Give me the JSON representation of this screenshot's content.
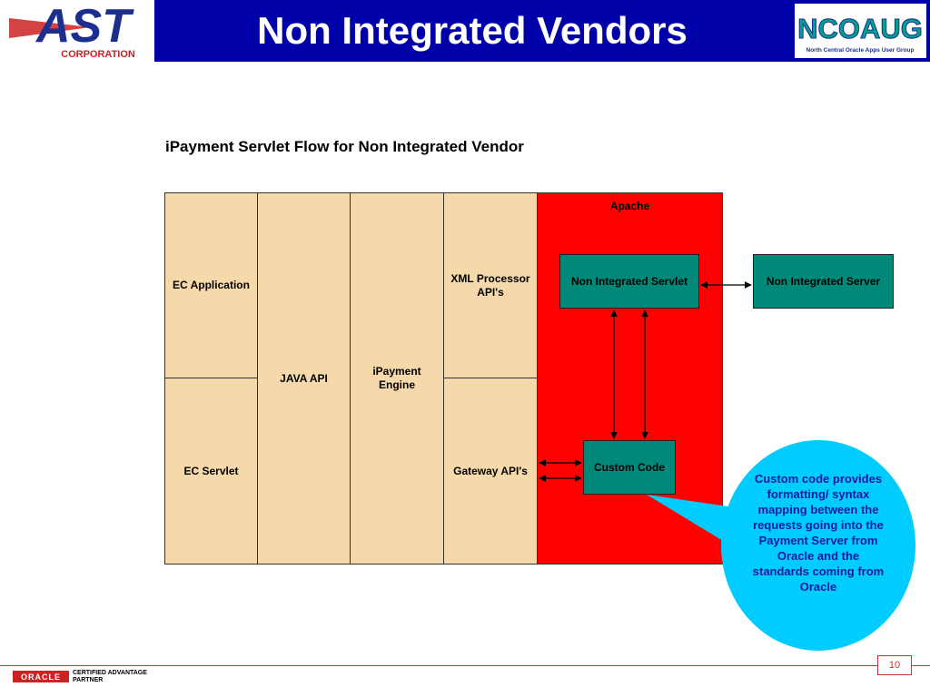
{
  "header": {
    "title": "Non Integrated Vendors",
    "ast_logo": {
      "main": "AST",
      "sub": "CORPORATION"
    },
    "ncoaug_logo": {
      "main": "NCOAUG",
      "sub": "North Central Oracle Apps User Group"
    }
  },
  "subtitle": "iPayment Servlet Flow for Non Integrated Vendor",
  "diagram": {
    "columns": {
      "ec_application": "EC Application",
      "ec_servlet": "EC Servlet",
      "java_api": "JAVA API",
      "ipayment_engine": "iPayment Engine",
      "xml_processor": "XML Processor API's",
      "gateway_api": "Gateway API's"
    },
    "apache_label": "Apache",
    "non_integrated_servlet": "Non Integrated Servlet",
    "non_integrated_server": "Non Integrated Server",
    "custom_code": "Custom Code",
    "callout": "Custom code provides formatting/ syntax mapping between the requests going into the Payment Server from Oracle and the standards coming from Oracle"
  },
  "footer": {
    "oracle_logo": "ORACLE",
    "partner_line1": "CERTIFIED ADVANTAGE",
    "partner_line2": "PARTNER",
    "page_number": "10"
  },
  "colors": {
    "title_bar": "#0000a8",
    "column_fill": "#f5d9ab",
    "apache_fill": "#ff0000",
    "component_fill": "#008878",
    "callout_fill": "#00ccff",
    "callout_text": "#1a1aa0"
  }
}
